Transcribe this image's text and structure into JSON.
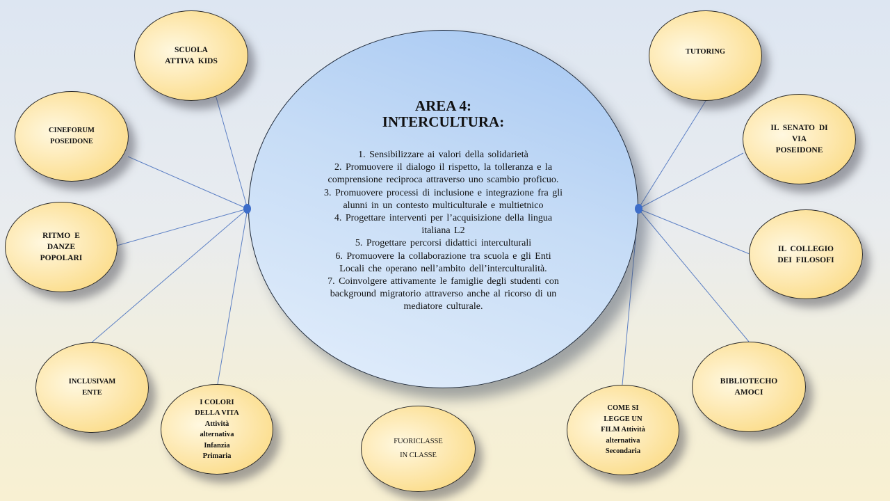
{
  "center": {
    "title_line1": "AREA 4:",
    "title_line2": "INTERCULTURA:",
    "lines": [
      "1. Sensibilizzare  ai valori della  solidarietà",
      "2. Promuovere  il  dialogo  il rispetto,  la tolleranza  e la",
      "comprensione  reciproca attraverso uno scambio  proficuo.",
      "3. Promuovere  processi  di inclusione  e integrazione  fra gli",
      "alunni  in  un contesto multiculturale  e multietnico",
      "4. Progettare interventi  per l’acquisizione  della lingua",
      "italiana  L2",
      "5. Progettare  percorsi  didattici  interculturali",
      "6. Promuovere  la collaborazione  tra scuola e gli  Enti",
      "Locali  che  operano  nell’ambito  dell’interculturalità.",
      "7. Coinvolgere  attivamente  le famiglie  degli  studenti  con",
      "background  migratorio  attraverso  anche al ricorso di un",
      "mediatore  culturale."
    ]
  },
  "nodes": {
    "scuola_attiva_kids": [
      "SCUOLA",
      "ATTIVA  KIDS"
    ],
    "cineforum_poseidone": [
      "CINEFORUM",
      "POSEIDONE"
    ],
    "ritmo_e_danze_popolari": [
      "RITMO  E",
      "DANZE",
      "POPOLARI"
    ],
    "inclusivamente": [
      "INCLUSIVAM",
      "ENTE"
    ],
    "i_colori_della_vita": [
      "I  COLORI",
      "DELLA  VITA",
      "Attività",
      "alternativa",
      "Infanzia",
      "Primaria"
    ],
    "fuoriclasse_in_classe": [
      "FUORICLASSE",
      "IN CLASSE"
    ],
    "come_si_legge_un_film": [
      "COME   SI",
      "LEGGE   UN",
      "FILM  Attività",
      "alternativa",
      "Secondaria"
    ],
    "bibliotecho_amoci": [
      "BIBLIOTECHO",
      "AMOCI"
    ],
    "il_collegio_dei_filosofi": [
      "IL  COLLEGIO",
      "DEI  FILOSOFI"
    ],
    "il_senato_di_via_poseidone": [
      "IL  SENATO  DI",
      "VIA",
      "POSEIDONE"
    ],
    "tutoring": [
      "TUTORING"
    ]
  },
  "colors": {
    "center_fill": "#c6dcf6",
    "node_fill": "#fde8b0",
    "connector": "#5b7fc4"
  }
}
